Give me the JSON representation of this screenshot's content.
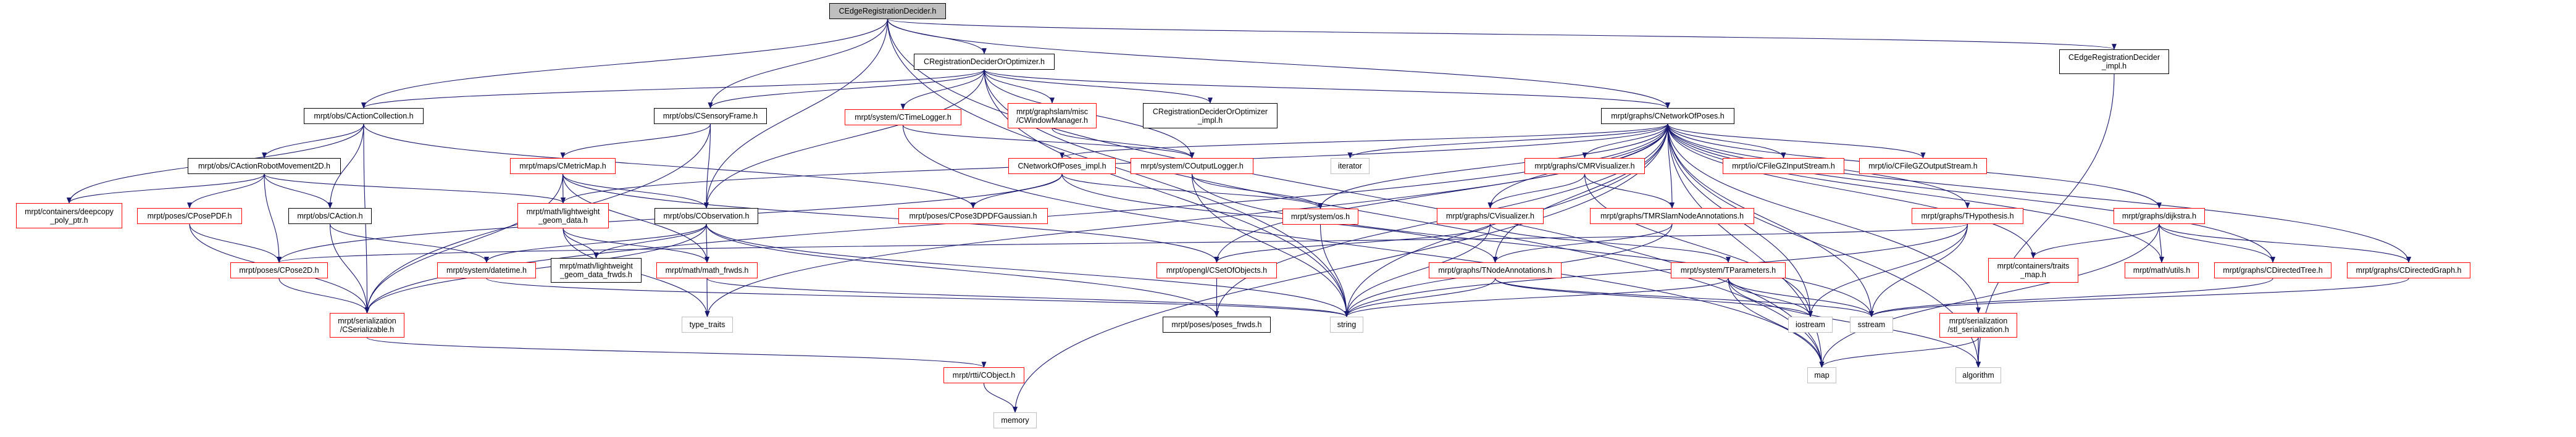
{
  "colors": {
    "edge": "#191970",
    "main_fill": "#bfbfbf",
    "truncated_border": "#ff0000",
    "external_border": "#bfbfbf"
  },
  "nodes": [
    {
      "id": "main",
      "label": "CEdgeRegistrationDecider.h",
      "style": "main"
    },
    {
      "id": "rdo",
      "label": "CRegistrationDeciderOrOptimizer.h",
      "style": "black"
    },
    {
      "id": "edgeimpl",
      "label": "CEdgeRegistrationDecider\n_impl.h",
      "style": "black"
    },
    {
      "id": "actcoll",
      "label": "mrpt/obs/CActionCollection.h",
      "style": "black"
    },
    {
      "id": "sensframe",
      "label": "mrpt/obs/CSensoryFrame.h",
      "style": "black"
    },
    {
      "id": "timelog",
      "label": "mrpt/system/CTimeLogger.h",
      "style": "red"
    },
    {
      "id": "winmgr",
      "label": "mrpt/graphslam/misc\n/CWindowManager.h",
      "style": "red"
    },
    {
      "id": "rdoimpl",
      "label": "CRegistrationDeciderOrOptimizer\n_impl.h",
      "style": "black"
    },
    {
      "id": "nop",
      "label": "mrpt/graphs/CNetworkOfPoses.h",
      "style": "black"
    },
    {
      "id": "armov",
      "label": "mrpt/obs/CActionRobotMovement2D.h",
      "style": "black"
    },
    {
      "id": "metricmap",
      "label": "mrpt/maps/CMetricMap.h",
      "style": "red"
    },
    {
      "id": "nopimpl",
      "label": "CNetworkOfPoses_impl.h",
      "style": "red"
    },
    {
      "id": "outlog",
      "label": "mrpt/system/COutputLogger.h",
      "style": "red"
    },
    {
      "id": "iterator",
      "label": "iterator",
      "style": "gray"
    },
    {
      "id": "mrvis",
      "label": "mrpt/graphs/CMRVisualizer.h",
      "style": "red"
    },
    {
      "id": "gzin",
      "label": "mrpt/io/CFileGZInputStream.h",
      "style": "red"
    },
    {
      "id": "gzout",
      "label": "mrpt/io/CFileGZOutputStream.h",
      "style": "red"
    },
    {
      "id": "deepcopy",
      "label": "mrpt/containers/deepcopy\n_poly_ptr.h",
      "style": "red"
    },
    {
      "id": "posepdf",
      "label": "mrpt/poses/CPosePDF.h",
      "style": "red"
    },
    {
      "id": "action",
      "label": "mrpt/obs/CAction.h",
      "style": "black"
    },
    {
      "id": "lwgeom",
      "label": "mrpt/math/lightweight\n_geom_data.h",
      "style": "red"
    },
    {
      "id": "obs",
      "label": "mrpt/obs/CObservation.h",
      "style": "black"
    },
    {
      "id": "p3dpdf",
      "label": "mrpt/poses/CPose3DPDFGaussian.h",
      "style": "red"
    },
    {
      "id": "os",
      "label": "mrpt/system/os.h",
      "style": "red"
    },
    {
      "id": "vis",
      "label": "mrpt/graphs/CVisualizer.h",
      "style": "red"
    },
    {
      "id": "tmrslam",
      "label": "mrpt/graphs/TMRSlamNodeAnnotations.h",
      "style": "red"
    },
    {
      "id": "thyp",
      "label": "mrpt/graphs/THypothesis.h",
      "style": "red"
    },
    {
      "id": "dijkstra",
      "label": "mrpt/graphs/dijkstra.h",
      "style": "red"
    },
    {
      "id": "pose2d",
      "label": "mrpt/poses/CPose2D.h",
      "style": "red"
    },
    {
      "id": "datetime",
      "label": "mrpt/system/datetime.h",
      "style": "red"
    },
    {
      "id": "lwfrwds",
      "label": "mrpt/math/lightweight\n_geom_data_frwds.h",
      "style": "black"
    },
    {
      "id": "mathfrwds",
      "label": "mrpt/math/math_frwds.h",
      "style": "red"
    },
    {
      "id": "setobj",
      "label": "mrpt/opengl/CSetOfObjects.h",
      "style": "red"
    },
    {
      "id": "tnode",
      "label": "mrpt/graphs/TNodeAnnotations.h",
      "style": "red"
    },
    {
      "id": "tparams",
      "label": "mrpt/system/TParameters.h",
      "style": "red"
    },
    {
      "id": "traitsmap",
      "label": "mrpt/containers/traits\n_map.h",
      "style": "red"
    },
    {
      "id": "mutils",
      "label": "mrpt/math/utils.h",
      "style": "red"
    },
    {
      "id": "dtree",
      "label": "mrpt/graphs/CDirectedTree.h",
      "style": "red"
    },
    {
      "id": "dgraph",
      "label": "mrpt/graphs/CDirectedGraph.h",
      "style": "red"
    },
    {
      "id": "serial",
      "label": "mrpt/serialization\n/CSerializable.h",
      "style": "red"
    },
    {
      "id": "typetraits",
      "label": "type_traits",
      "style": "gray"
    },
    {
      "id": "posesfrwds",
      "label": "mrpt/poses/poses_frwds.h",
      "style": "black"
    },
    {
      "id": "string",
      "label": "string",
      "style": "gray"
    },
    {
      "id": "iostream",
      "label": "iostream",
      "style": "gray"
    },
    {
      "id": "sstream",
      "label": "sstream",
      "style": "gray"
    },
    {
      "id": "stlser",
      "label": "mrpt/serialization\n/stl_serialization.h",
      "style": "red"
    },
    {
      "id": "cobject",
      "label": "mrpt/rtti/CObject.h",
      "style": "red"
    },
    {
      "id": "map",
      "label": "map",
      "style": "gray"
    },
    {
      "id": "algorithm",
      "label": "algorithm",
      "style": "gray"
    },
    {
      "id": "memory",
      "label": "memory",
      "style": "gray"
    }
  ],
  "edges": [
    [
      "main",
      "actcoll"
    ],
    [
      "main",
      "sensframe"
    ],
    [
      "main",
      "obs"
    ],
    [
      "main",
      "rdo"
    ],
    [
      "main",
      "nop"
    ],
    [
      "main",
      "edgeimpl"
    ],
    [
      "main",
      "string"
    ],
    [
      "main",
      "map"
    ],
    [
      "rdo",
      "sensframe"
    ],
    [
      "rdo",
      "actcoll"
    ],
    [
      "rdo",
      "obs"
    ],
    [
      "rdo",
      "timelog"
    ],
    [
      "rdo",
      "winmgr"
    ],
    [
      "rdo",
      "rdoimpl"
    ],
    [
      "rdo",
      "outlog"
    ],
    [
      "rdo",
      "nop"
    ],
    [
      "rdo",
      "map"
    ],
    [
      "rdo",
      "string"
    ],
    [
      "edgeimpl",
      "algorithm"
    ],
    [
      "actcoll",
      "armov"
    ],
    [
      "actcoll",
      "action"
    ],
    [
      "actcoll",
      "deepcopy"
    ],
    [
      "actcoll",
      "serial"
    ],
    [
      "actcoll",
      "p3dpdf"
    ],
    [
      "armov",
      "deepcopy"
    ],
    [
      "armov",
      "posepdf"
    ],
    [
      "armov",
      "pose2d"
    ],
    [
      "armov",
      "action"
    ],
    [
      "armov",
      "lwgeom"
    ],
    [
      "posepdf",
      "pose2d"
    ],
    [
      "posepdf",
      "serial"
    ],
    [
      "action",
      "serial"
    ],
    [
      "action",
      "datetime"
    ],
    [
      "pose2d",
      "serial"
    ],
    [
      "sensframe",
      "metricmap"
    ],
    [
      "sensframe",
      "obs"
    ],
    [
      "sensframe",
      "serial"
    ],
    [
      "metricmap",
      "lwgeom"
    ],
    [
      "metricmap",
      "obs"
    ],
    [
      "metricmap",
      "mathfrwds"
    ],
    [
      "metricmap",
      "serial"
    ],
    [
      "metricmap",
      "setobj"
    ],
    [
      "lwgeom",
      "lwfrwds"
    ],
    [
      "lwgeom",
      "mathfrwds"
    ],
    [
      "lwgeom",
      "typetraits"
    ],
    [
      "obs",
      "datetime"
    ],
    [
      "obs",
      "lwfrwds"
    ],
    [
      "obs",
      "mathfrwds"
    ],
    [
      "obs",
      "serial"
    ],
    [
      "obs",
      "posesfrwds"
    ],
    [
      "obs",
      "string"
    ],
    [
      "mathfrwds",
      "typetraits"
    ],
    [
      "mathfrwds",
      "string"
    ],
    [
      "datetime",
      "string"
    ],
    [
      "serial",
      "cobject"
    ],
    [
      "cobject",
      "memory"
    ],
    [
      "timelog",
      "outlog"
    ],
    [
      "timelog",
      "map"
    ],
    [
      "winmgr",
      "outlog"
    ],
    [
      "outlog",
      "string"
    ],
    [
      "outlog",
      "sstream"
    ],
    [
      "outlog",
      "os"
    ],
    [
      "nopimpl",
      "p3dpdf"
    ],
    [
      "nopimpl",
      "pose2d"
    ],
    [
      "nopimpl",
      "os"
    ],
    [
      "nopimpl",
      "tnode"
    ],
    [
      "nop",
      "iterator"
    ],
    [
      "nop",
      "os"
    ],
    [
      "nop",
      "mrvis"
    ],
    [
      "nop",
      "vis"
    ],
    [
      "nop",
      "tmrslam"
    ],
    [
      "nop",
      "tnode"
    ],
    [
      "nop",
      "gzin"
    ],
    [
      "nop",
      "gzout"
    ],
    [
      "nop",
      "thyp"
    ],
    [
      "nop",
      "dijkstra"
    ],
    [
      "nop",
      "traitsmap"
    ],
    [
      "nop",
      "mutils"
    ],
    [
      "nop",
      "dtree"
    ],
    [
      "nop",
      "dgraph"
    ],
    [
      "nop",
      "stlser"
    ],
    [
      "nop",
      "serial"
    ],
    [
      "nop",
      "setobj"
    ],
    [
      "nop",
      "posesfrwds"
    ],
    [
      "nop",
      "nopimpl"
    ],
    [
      "nop",
      "lwgeom"
    ],
    [
      "nop",
      "string"
    ],
    [
      "nop",
      "map"
    ],
    [
      "nop",
      "iostream"
    ],
    [
      "nop",
      "sstream"
    ],
    [
      "nop",
      "algorithm"
    ],
    [
      "nop",
      "memory"
    ],
    [
      "nop",
      "typetraits"
    ],
    [
      "mrvis",
      "vis"
    ],
    [
      "mrvis",
      "tmrslam"
    ],
    [
      "mrvis",
      "iostream"
    ],
    [
      "vis",
      "setobj"
    ],
    [
      "vis",
      "tparams"
    ],
    [
      "vis",
      "string"
    ],
    [
      "tmrslam",
      "tnode"
    ],
    [
      "tmrslam",
      "string"
    ],
    [
      "tnode",
      "string"
    ],
    [
      "tnode",
      "iostream"
    ],
    [
      "tnode",
      "sstream"
    ],
    [
      "tparams",
      "iostream"
    ],
    [
      "tparams",
      "sstream"
    ],
    [
      "tparams",
      "map"
    ],
    [
      "tparams",
      "string"
    ],
    [
      "tparams",
      "algorithm"
    ],
    [
      "thyp",
      "iostream"
    ],
    [
      "thyp",
      "sstream"
    ],
    [
      "thyp",
      "string"
    ],
    [
      "thyp",
      "pose2d"
    ],
    [
      "dijkstra",
      "traitsmap"
    ],
    [
      "dijkstra",
      "mutils"
    ],
    [
      "dijkstra",
      "dtree"
    ],
    [
      "dijkstra",
      "dgraph"
    ],
    [
      "dijkstra",
      "map"
    ],
    [
      "dtree",
      "sstream"
    ],
    [
      "dgraph",
      "sstream"
    ],
    [
      "stlser",
      "map"
    ],
    [
      "stlser",
      "algorithm"
    ],
    [
      "setobj",
      "posesfrwds"
    ],
    [
      "os",
      "string"
    ]
  ]
}
